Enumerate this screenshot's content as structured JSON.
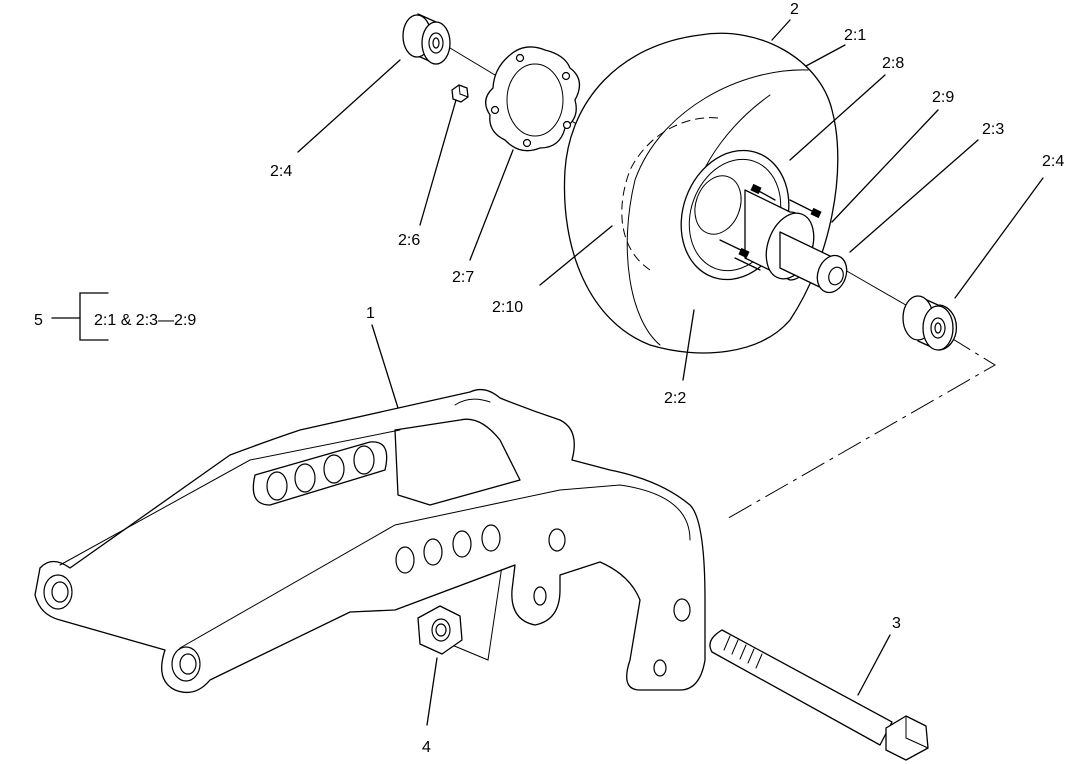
{
  "callouts": {
    "c1": "1",
    "c2": "2",
    "c2_1": "2:1",
    "c2_2": "2:2",
    "c2_3": "2:3",
    "c2_4_left": "2:4",
    "c2_4_right": "2:4",
    "c2_6": "2:6",
    "c2_7": "2:7",
    "c2_8": "2:8",
    "c2_9": "2:9",
    "c2_10": "2:10",
    "c3": "3",
    "c4": "4",
    "c5": "5"
  },
  "kit_note": "2:1 & 2:3—2:9",
  "colors": {
    "line": "#000000",
    "background": "#ffffff"
  }
}
